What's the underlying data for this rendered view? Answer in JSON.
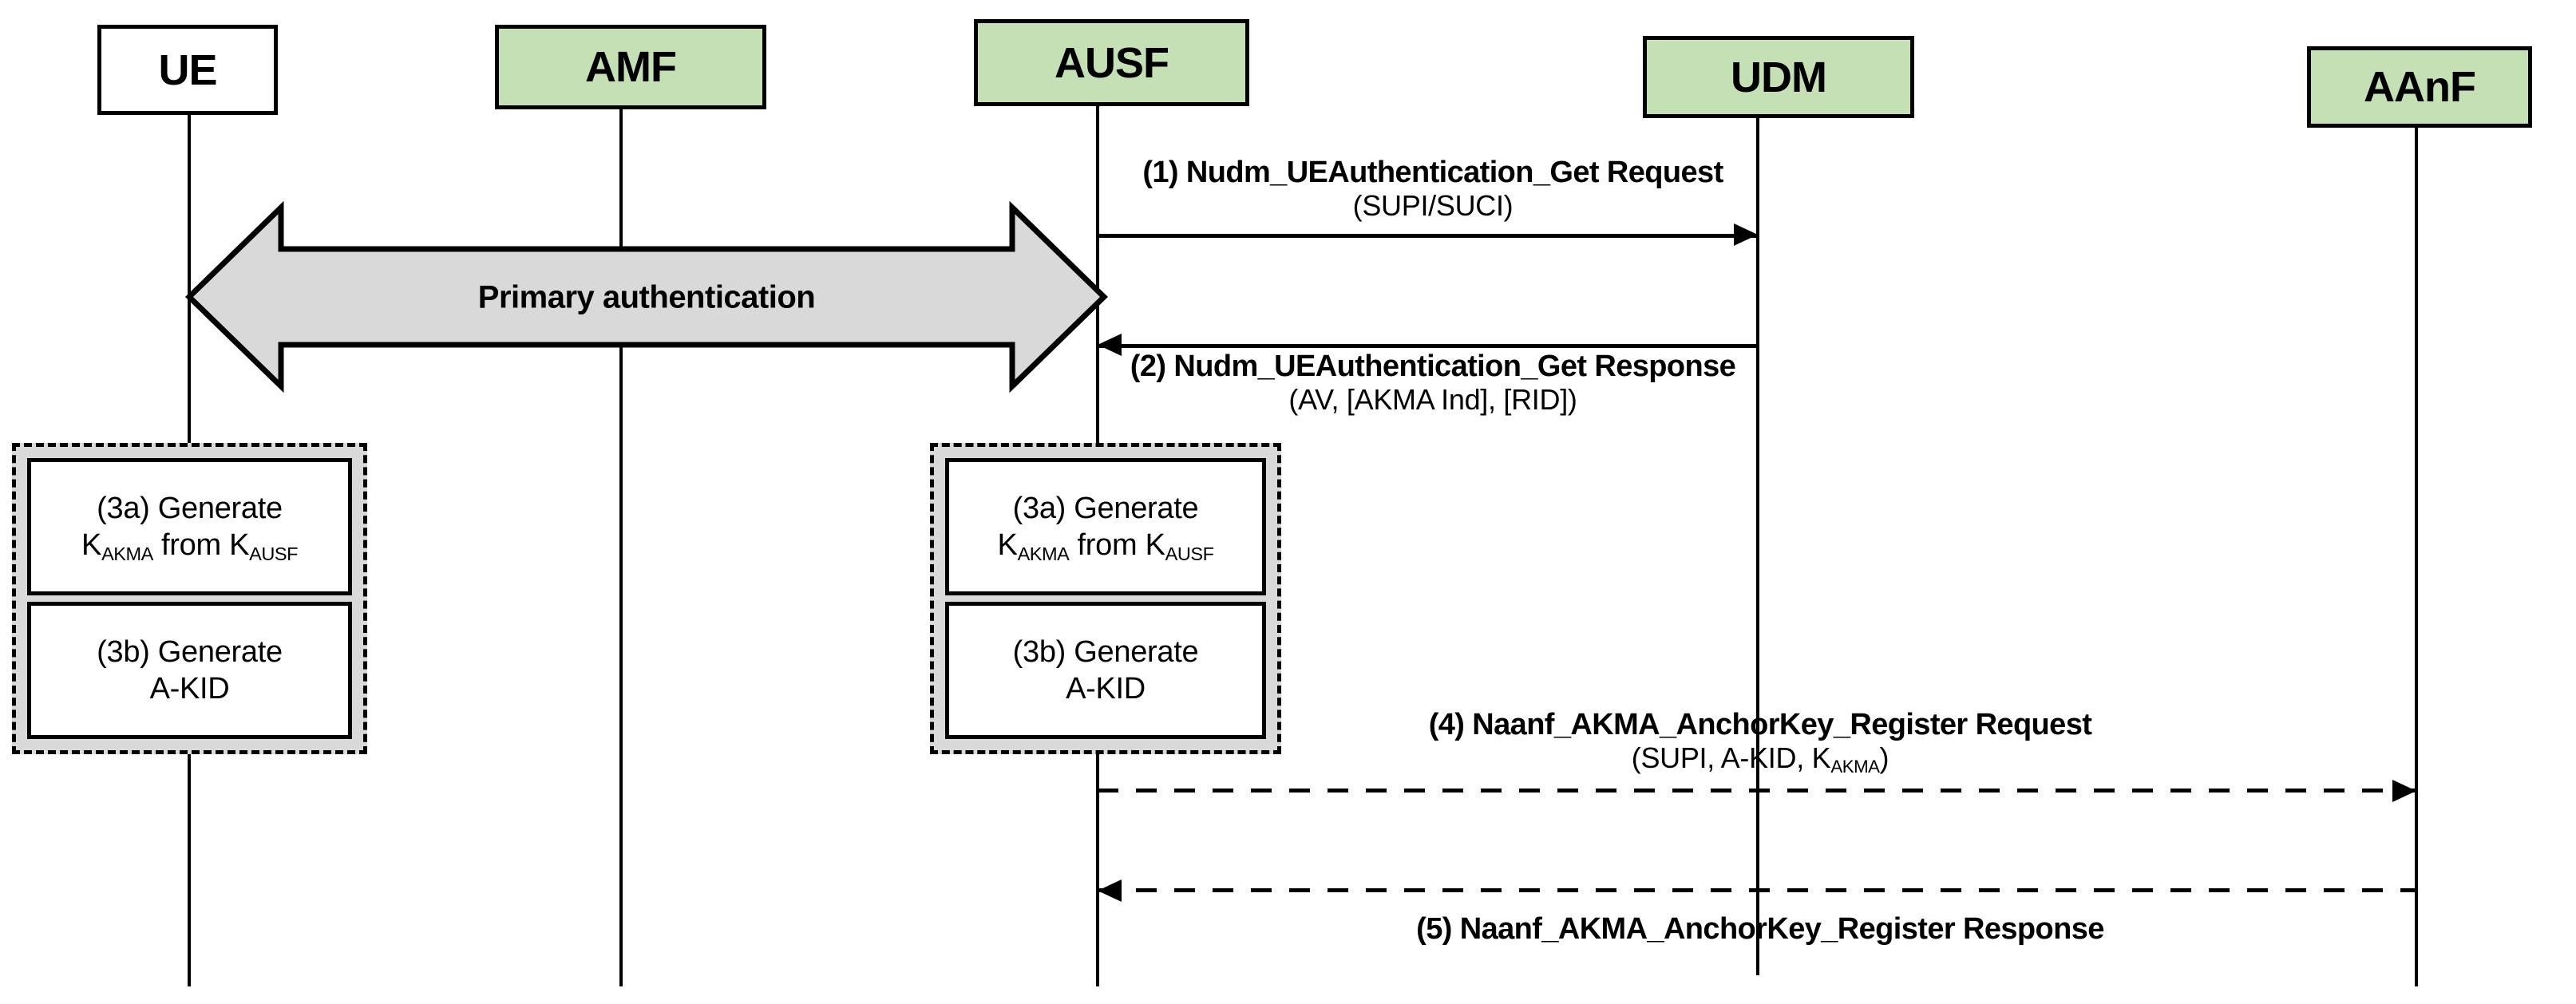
{
  "diagram": {
    "type": "sequence-diagram",
    "title": "AKMA key generation and anchor key registration",
    "colors": {
      "actor_green": "#c5e0b4",
      "actor_white": "#ffffff",
      "process_group_gray": "#d9d9d9",
      "line_black": "#000000"
    }
  },
  "actors": [
    {
      "id": "ue",
      "label": "UE",
      "fill": "white"
    },
    {
      "id": "amf",
      "label": "AMF",
      "fill": "green"
    },
    {
      "id": "ausf",
      "label": "AUSF",
      "fill": "green"
    },
    {
      "id": "udm",
      "label": "UDM",
      "fill": "green"
    },
    {
      "id": "aanf",
      "label": "AAnF",
      "fill": "green"
    }
  ],
  "primary_authentication": {
    "label": "Primary authentication",
    "from": "ue",
    "to": "ausf",
    "style": "block-double-arrow"
  },
  "messages": [
    {
      "id": "m1",
      "number": "(1)",
      "title": "(1) Nudm_UEAuthentication_Get Request",
      "params": "(SUPI/SUCI)",
      "from": "ausf",
      "to": "udm",
      "direction": "right",
      "style": "solid"
    },
    {
      "id": "m2",
      "number": "(2)",
      "title": "(2) Nudm_UEAuthentication_Get Response",
      "params": "(AV, [AKMA Ind], [RID])",
      "from": "udm",
      "to": "ausf",
      "direction": "left",
      "style": "solid"
    },
    {
      "id": "m4",
      "number": "(4)",
      "title": "(4) Naanf_AKMA_AnchorKey_Register Request",
      "params_prefix": "(SUPI, A-KID, K",
      "params_sub": "AKMA",
      "params_suffix": ")",
      "from": "ausf",
      "to": "aanf",
      "direction": "right",
      "style": "dashed"
    },
    {
      "id": "m5",
      "number": "(5)",
      "title": "(5) Naanf_AKMA_AnchorKey_Register Response",
      "params": "",
      "from": "aanf",
      "to": "ausf",
      "direction": "left",
      "style": "dashed"
    }
  ],
  "process_groups": [
    {
      "id": "ue-processes",
      "on_actor": "ue",
      "steps": [
        {
          "id": "ue-3a",
          "line1": "(3a) Generate",
          "line2_prefix": "K",
          "line2_sub1": "AKMA",
          "line2_mid": " from K",
          "line2_sub2": "AUSF",
          "line2_suffix": ""
        },
        {
          "id": "ue-3b",
          "line1": "(3b) Generate",
          "line2_plain": "A-KID"
        }
      ]
    },
    {
      "id": "ausf-processes",
      "on_actor": "ausf",
      "steps": [
        {
          "id": "ausf-3a",
          "line1": "(3a) Generate",
          "line2_prefix": "K",
          "line2_sub1": "AKMA",
          "line2_mid": " from K",
          "line2_sub2": "AUSF",
          "line2_suffix": ""
        },
        {
          "id": "ausf-3b",
          "line1": "(3b) Generate",
          "line2_plain": "A-KID"
        }
      ]
    }
  ]
}
